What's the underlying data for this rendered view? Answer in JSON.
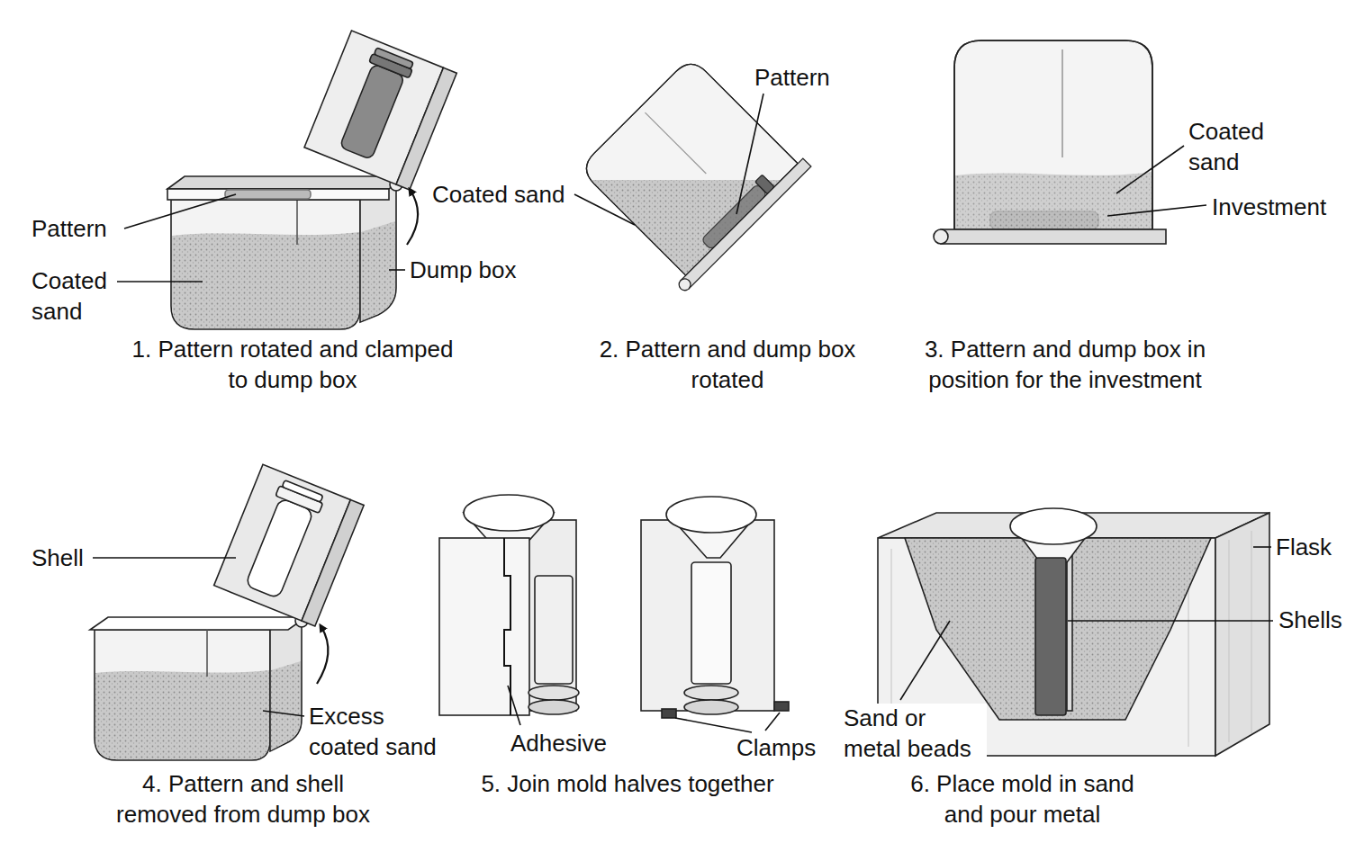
{
  "diagram": {
    "labels": [
      "Pattern",
      "Coated sand",
      "Dump box",
      "1. Pattern rotated and clamped to dump box",
      "Pattern",
      "Coated sand",
      "2. Pattern and dump box rotated",
      "Coated sand",
      "Investment",
      "3. Pattern and dump box in position for the investment",
      "Shell",
      "Excess coated sand",
      "4. Pattern and shell removed from dump box",
      "Adhesive",
      "Clamps",
      "5. Join mold halves together",
      "Flask",
      "Shells",
      "Sand or metal beads",
      "6. Place mold in sand and pour metal"
    ]
  }
}
